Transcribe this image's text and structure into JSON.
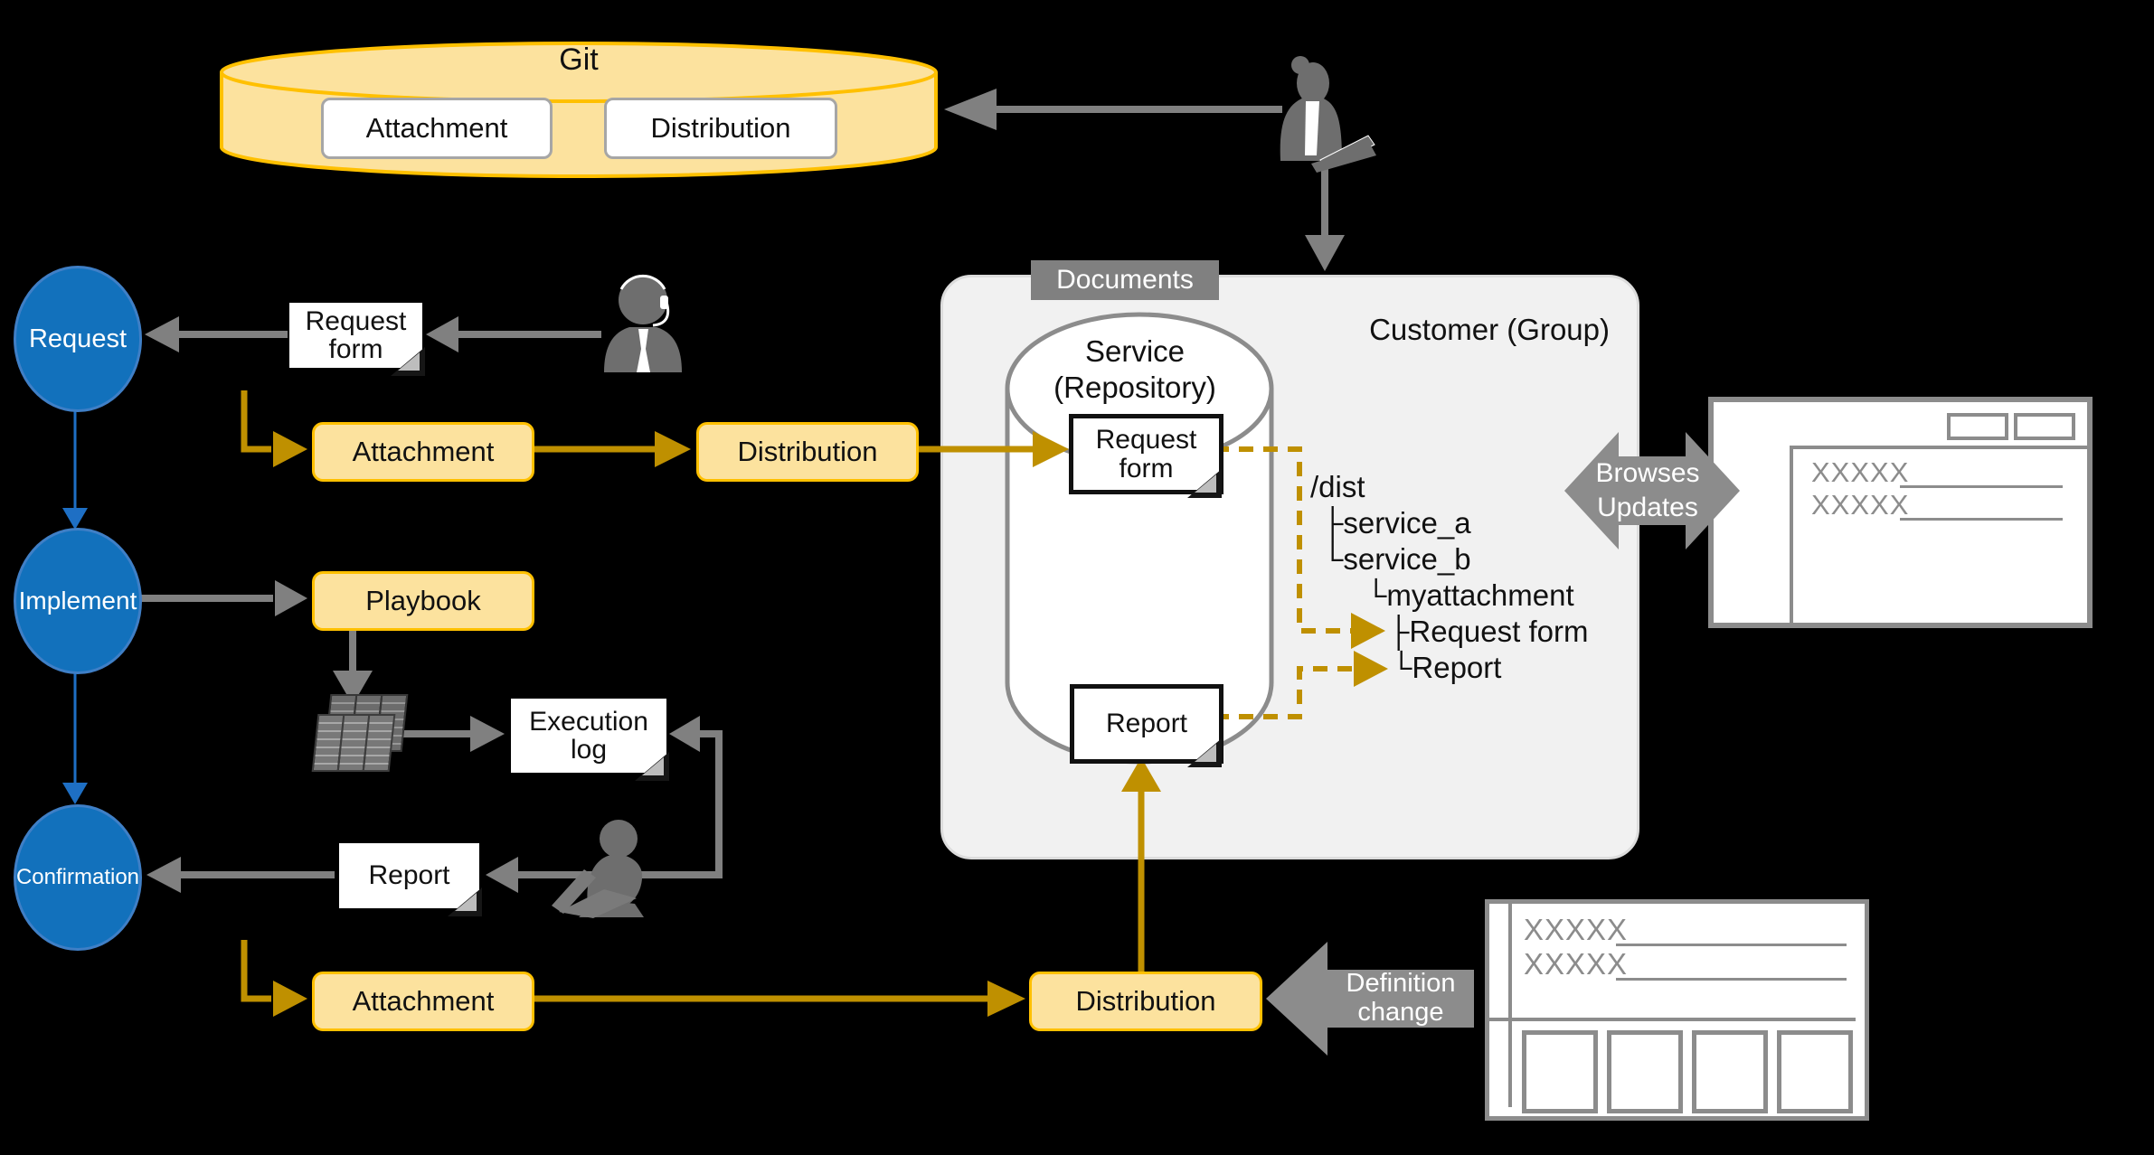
{
  "git": {
    "title": "Git",
    "attachment": "Attachment",
    "distribution": "Distribution"
  },
  "process": {
    "request": "Request",
    "implement": "Implement",
    "confirmation": "Confirmation"
  },
  "flow": {
    "request_form": "Request form",
    "attachment": "Attachment",
    "distribution": "Distribution",
    "playbook": "Playbook",
    "execution_log": "Execution log",
    "report": "Report"
  },
  "customer": {
    "badge": "Documents",
    "title": "Customer (Group)",
    "service_line1": "Service",
    "service_line2": "(Repository)",
    "request_form": "Request form",
    "report": "Report",
    "tree": [
      {
        "text": "/dist"
      },
      {
        "text": "├service_a"
      },
      {
        "text": "└service_b"
      },
      {
        "text": "└myattachment"
      },
      {
        "text": "├Request form"
      },
      {
        "text": "└Report"
      }
    ]
  },
  "annotations": {
    "browses_line1": "Browses",
    "browses_line2": "Updates",
    "definition_line1": "Definition",
    "definition_line2": "change"
  },
  "windows": {
    "browser": {
      "row1": "XXXXX",
      "row2": "XXXXX"
    },
    "form": {
      "row1": "XXXXX",
      "row2": "XXXXX"
    }
  },
  "colors": {
    "gold_border": "#FFC000",
    "gold_fill": "#FCE29E",
    "gold_arrow": "#BF9000",
    "gray": "#808080",
    "blue_node": "#1271BC",
    "panel": "#F1F1F1"
  }
}
